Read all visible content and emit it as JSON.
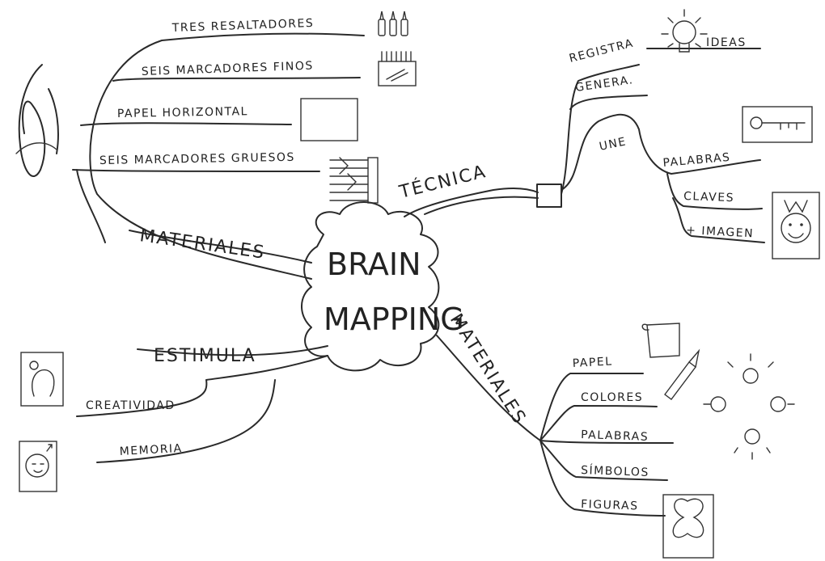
{
  "center": {
    "line1": "BRAIN",
    "line2": "MAPPING"
  },
  "branches": {
    "materiales_left": {
      "label": "MATERIALES",
      "items": [
        "TRES RESALTADORES",
        "SEIS MARCADORES FINOS",
        "PAPEL HORIZONTAL",
        "SEIS MARCADORES GRUESOS"
      ]
    },
    "tecnica": {
      "label": "TÉCNICA",
      "registra": "REGISTRA",
      "ideas": "IDEAS",
      "genera": "GENERA.",
      "une": "UNE",
      "palabras": "PALABRAS",
      "claves": "CLAVES",
      "imagen": "+ IMAGEN"
    },
    "estimula": {
      "label": "ESTIMULA",
      "items": [
        "CREATIVIDAD",
        "MEMORIA"
      ]
    },
    "materiales_right": {
      "label": "MATERIALES",
      "items": [
        "PAPEL",
        "COLORES",
        "PALABRAS",
        "SÍMBOLOS",
        "FIGURAS"
      ]
    }
  },
  "icons": [
    "signature-mark",
    "highlighters-icon",
    "fine-markers-icon",
    "blank-paper-icon",
    "thick-markers-icon",
    "lightbulb-icon",
    "key-icon",
    "square-node-icon",
    "face-icon",
    "scroll-icon",
    "pencil-icon",
    "lightbulbs-cluster-icon",
    "butterfly-icon",
    "creative-head-icon",
    "memory-head-icon"
  ]
}
